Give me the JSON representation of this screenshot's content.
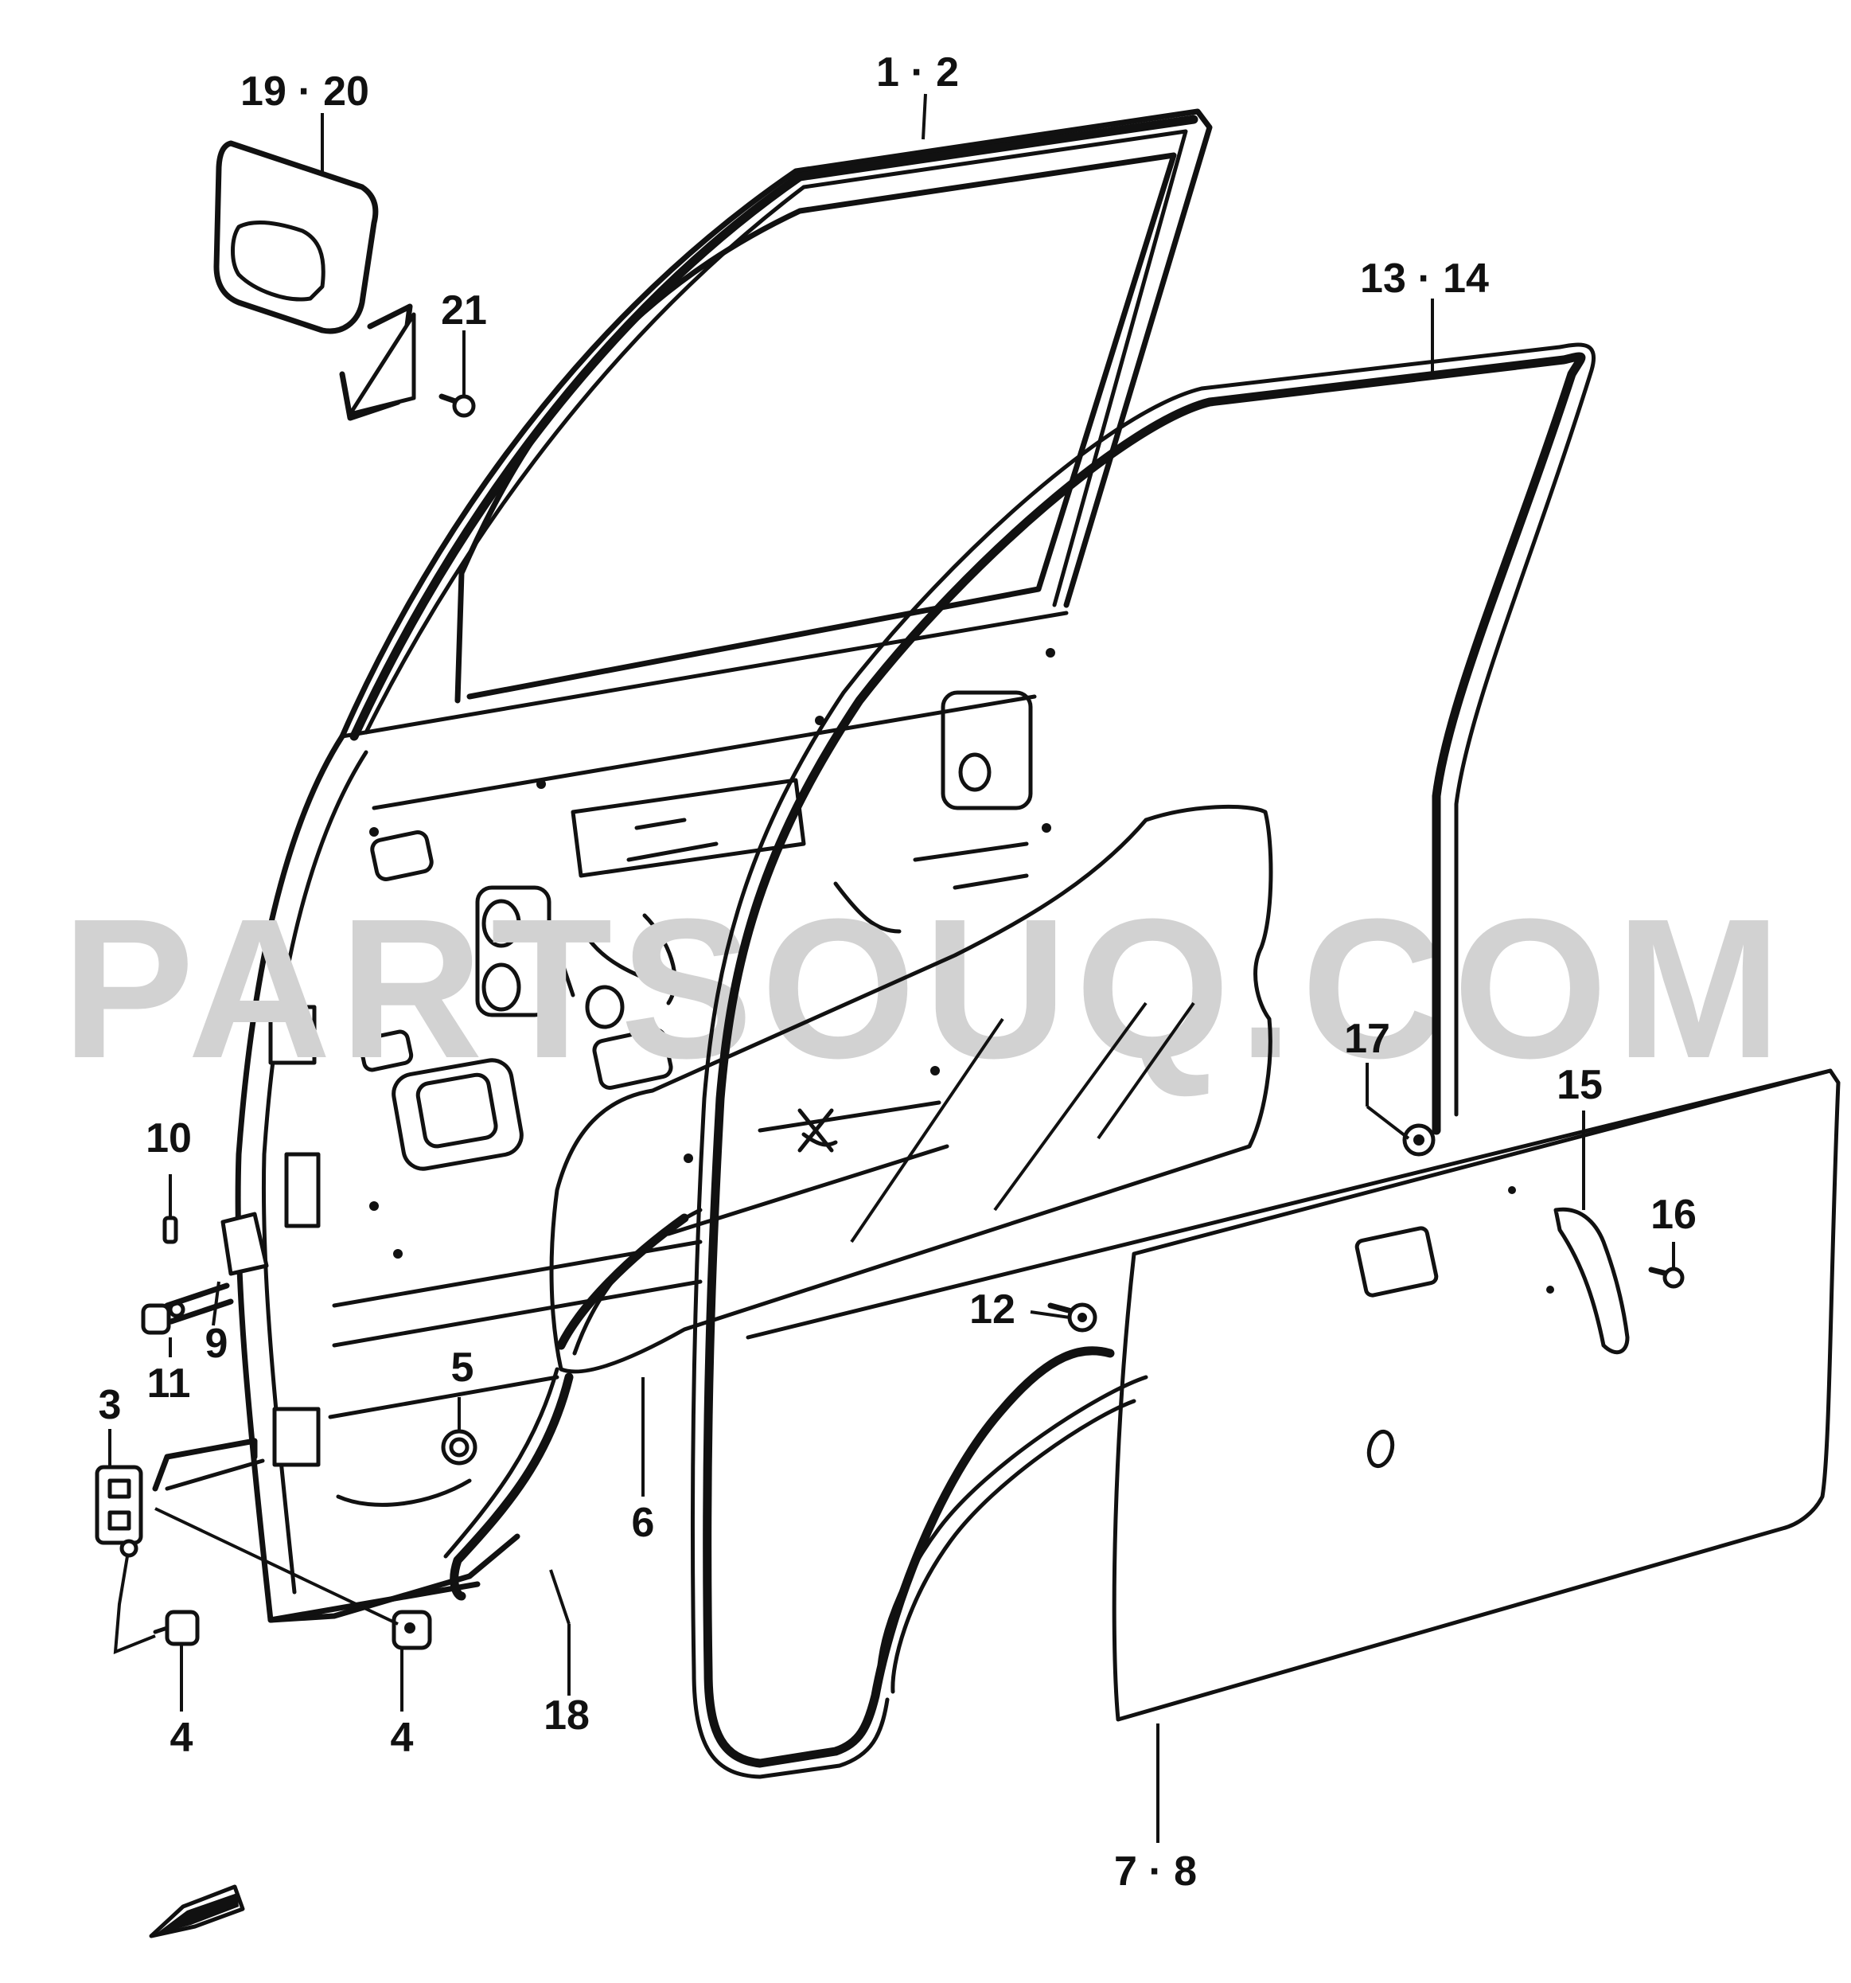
{
  "watermark": "PARTSOUQ.COM",
  "callouts": [
    {
      "id": "1-2",
      "label": "1 · 2"
    },
    {
      "id": "19-20",
      "label": "19 · 20"
    },
    {
      "id": "21",
      "label": "21"
    },
    {
      "id": "13-14",
      "label": "13 · 14"
    },
    {
      "id": "17",
      "label": "17"
    },
    {
      "id": "15",
      "label": "15"
    },
    {
      "id": "16",
      "label": "16"
    },
    {
      "id": "10",
      "label": "10"
    },
    {
      "id": "9",
      "label": "9"
    },
    {
      "id": "11",
      "label": "11"
    },
    {
      "id": "12",
      "label": "12"
    },
    {
      "id": "3",
      "label": "3"
    },
    {
      "id": "5",
      "label": "5"
    },
    {
      "id": "6",
      "label": "6"
    },
    {
      "id": "18",
      "label": "18"
    },
    {
      "id": "4a",
      "label": "4"
    },
    {
      "id": "4b",
      "label": "4"
    },
    {
      "id": "7-8",
      "label": "7 · 8"
    }
  ]
}
